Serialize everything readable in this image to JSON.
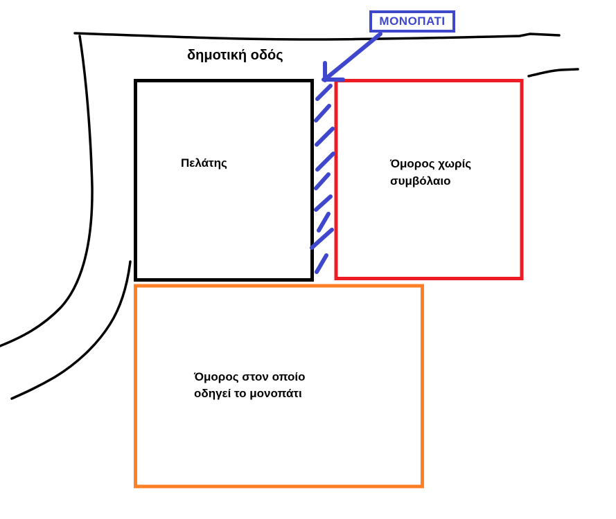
{
  "colors": {
    "blue": "#3F48CC",
    "red": "#ED1C24",
    "orange": "#FF7F27",
    "black": "#000000"
  },
  "monopati_box": {
    "label": "ΜΟΝΟΠΑΤΙ"
  },
  "road": {
    "label": "δημοτική οδός"
  },
  "parcels": {
    "client": {
      "label": "Πελάτης"
    },
    "neighbor_no_contract": {
      "line1": "Όμορος χωρίς",
      "line2": "συμβόλαιο"
    },
    "neighbor_path": {
      "line1": "Όμορος στον οποίο",
      "line2": "οδηγεί το μονοπάτι"
    }
  }
}
